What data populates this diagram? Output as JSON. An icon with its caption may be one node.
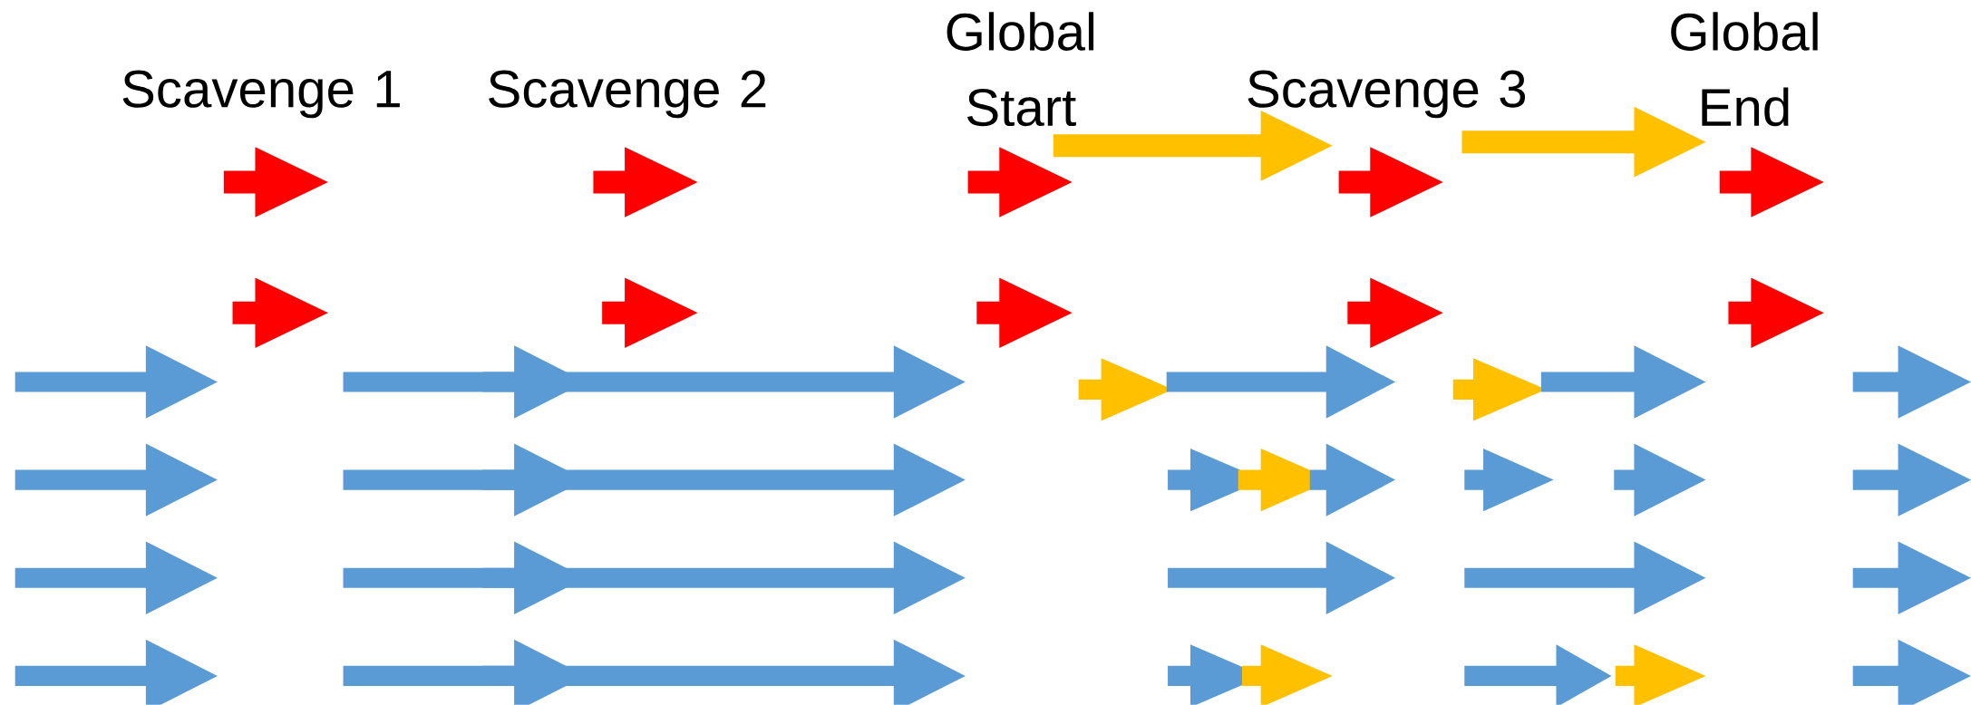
{
  "diagram": {
    "labels": [
      "Scavenge 1",
      "Scavenge 2",
      "Global Start",
      "Scavenge 3",
      "Global End"
    ]
  }
}
